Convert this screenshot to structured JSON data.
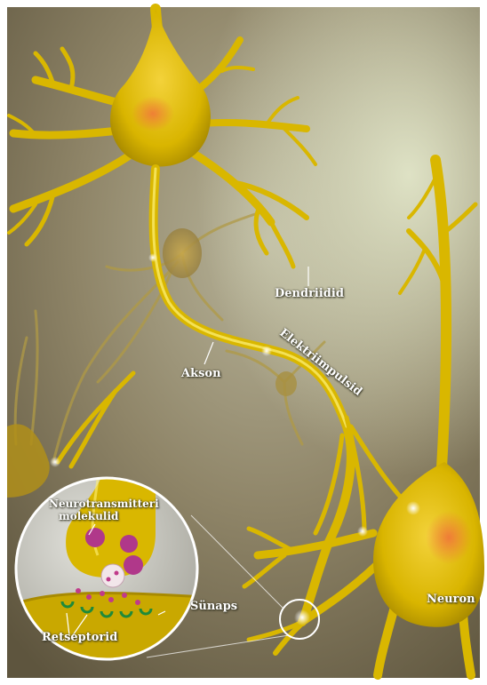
{
  "labels": {
    "dendriidid": "Dendriidid",
    "elektriimpulsid": "Elektriimpulsid",
    "akson": "Akson",
    "neurotransmitteri_line1": "Neurotransmitteri",
    "neurotransmitteri_line2": "molekulid",
    "sunaps": "Sünaps",
    "neuron": "Neuron",
    "retseptorid": "Retseptorid"
  },
  "colors": {
    "neuron_yellow": "#e6c400",
    "neuron_highlight": "#fff27a",
    "nucleus": "#e8733a",
    "background_dark": "#6b6148",
    "background_light": "#cdd2b0",
    "inset_bg": "#c9c9c4",
    "vesicle": "#b0388a",
    "receptor": "#1f8a3a"
  }
}
